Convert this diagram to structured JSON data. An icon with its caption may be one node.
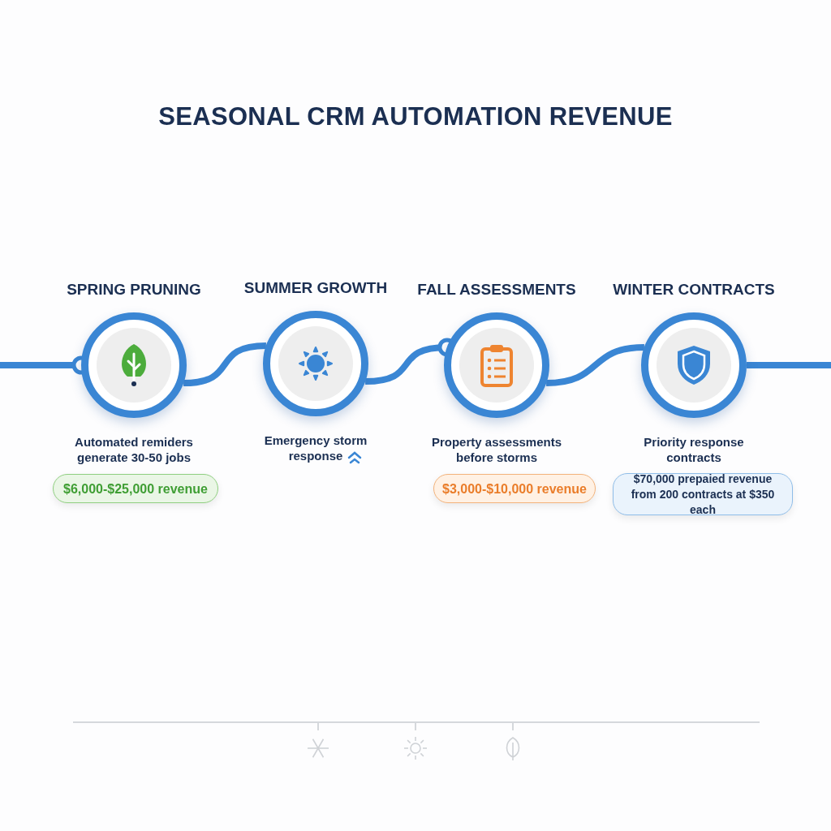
{
  "diagram": {
    "title": "SEASONAL CRM AUTOMATION REVENUE",
    "nodes": [
      {
        "text": [
          "SPRING PRUNING",
          "Automated remiders generate 30-50 jobs"
        ]
      },
      {
        "text": [
          "SUMMER GROWTH",
          "Emergency storm response"
        ]
      },
      {
        "text": [
          "FALL ASSESSMENTS",
          "Property assessments before storms"
        ]
      },
      {
        "text": [
          "WINTER CONTRACTS",
          "Priority response contracts"
        ]
      },
      {
        "text": [
          "$6,000-$25,000 revenue"
        ]
      },
      {
        "text": [
          "$3,000-$10,000 revenue"
        ]
      },
      {
        "text": [
          "$70,000 prepaied revenue from 200 contracts at $350 each"
        ]
      }
    ],
    "edges": [
      {
        "from": null,
        "to": 0,
        "arrow": "other"
      },
      {
        "from": 0,
        "to": 1,
        "arrow": "none"
      },
      {
        "from": 1,
        "to": 2,
        "arrow": "other"
      },
      {
        "from": 2,
        "to": 3,
        "arrow": "none"
      },
      {
        "from": 3,
        "to": null,
        "arrow": "none"
      }
    ]
  }
}
